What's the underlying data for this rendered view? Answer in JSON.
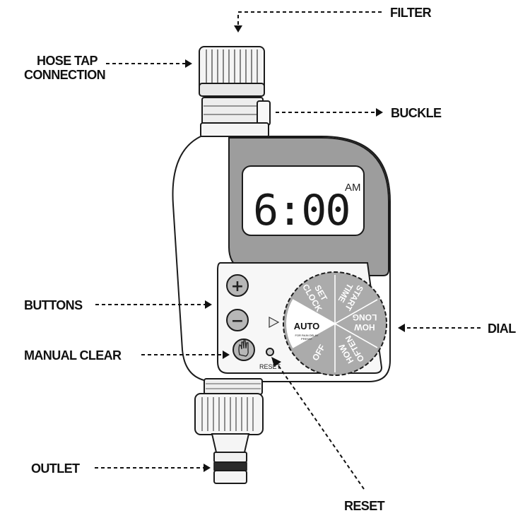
{
  "labels": {
    "filter": "FILTER",
    "hose_tap_line1": "HOSE TAP",
    "hose_tap_line2": "CONNECTION",
    "buckle": "BUCKLE",
    "buttons": "BUTTONS",
    "manual_clear": "MANUAL CLEAR",
    "dial": "DIAL",
    "outlet": "OUTLET",
    "reset": "RESET"
  },
  "display": {
    "time": "6:00",
    "meridiem": "AM"
  },
  "buttons": {
    "plus": "+",
    "minus": "−"
  },
  "dial": {
    "auto": "AUTO",
    "auto_sub1": "FOR RAIN DELAY",
    "auto_sub2": "PRESS+",
    "set_clock_1": "SET",
    "set_clock_2": "CLOCK",
    "start_time_1": "START",
    "start_time_2": "TIME",
    "how_long_1": "HOW",
    "how_long_2": "LONG",
    "how_often_1": "HOW",
    "how_often_2": "OFTEN",
    "off": "OFF"
  },
  "reset_small": "RESET",
  "colors": {
    "body": "#ffffff",
    "panel": "#9d9d9d",
    "dial": "#ababab",
    "button": "#b7b7b7",
    "ink": "#111111"
  }
}
